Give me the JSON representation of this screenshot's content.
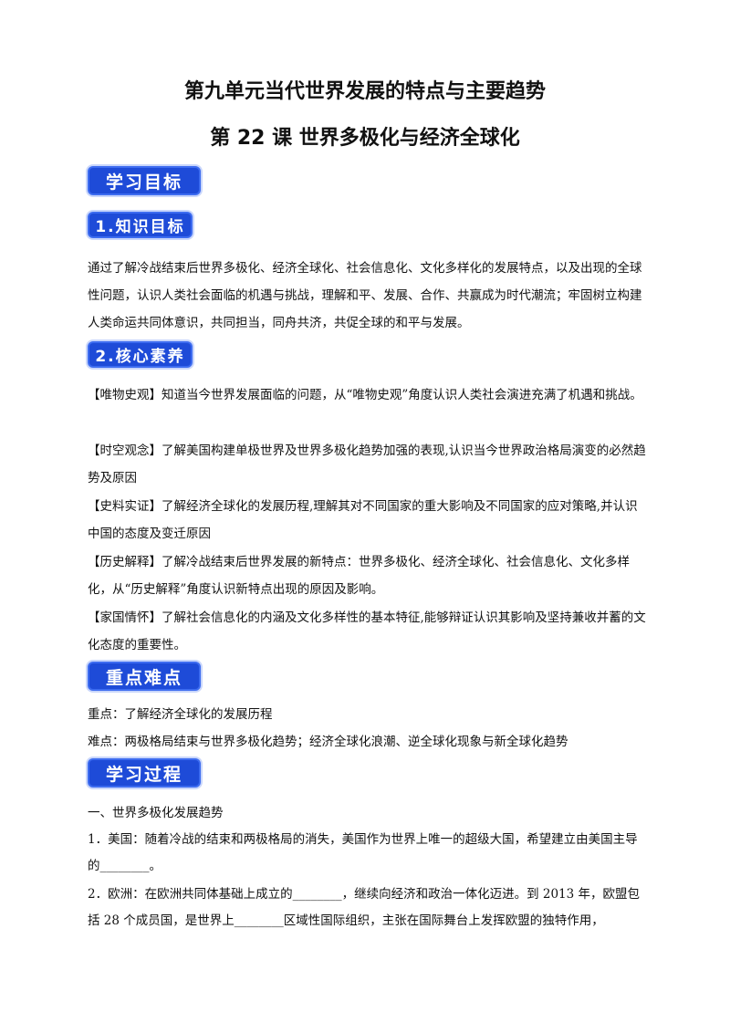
{
  "titles": {
    "unit": "第九单元当代世界发展的特点与主要趋势",
    "lesson": "第  22  课  世界多极化与经济全球化"
  },
  "badges": {
    "learning_goals": "学习目标",
    "knowledge_goals": "1.知识目标",
    "core_literacy": "2.核心素养",
    "key_points": "重点难点",
    "learning_process": "学习过程"
  },
  "knowledge_text": "通过了解冷战结束后世界多极化、经济全球化、社会信息化、文化多样化的发展特点，以及出现的全球性问题，认识人类社会面临的机遇与挑战，理解和平、发展、合作、共赢成为时代潮流；牢固树立构建人类命运共同体意识，共同担当，同舟共济，共促全球的和平与发展。",
  "literacy": [
    "【唯物史观】知道当今世界发展面临的问题，从“唯物史观”角度认识人类社会演进充满了机遇和挑战。",
    "【时空观念】了解美国构建单极世界及世界多极化趋势加强的表现,认识当今世界政治格局演变的必然趋势及原因",
    "【史料实证】了解经济全球化的发展历程,理解其对不同国家的重大影响及不同国家的应对策略,并认识中国的态度及变迁原因",
    "【历史解释】了解冷战结束后世界发展的新特点：世界多极化、经济全球化、社会信息化、文化多样化，从“历史解释”角度认识新特点出现的原因及影响。",
    "【家国情怀】了解社会信息化的内涵及文化多样性的基本特征,能够辩证认识其影响及坚持兼收并蓄的文化态度的重要性。"
  ],
  "key": {
    "focus": "重点：了解经济全球化的发展历程",
    "difficulty": "难点：两极格局结束与世界多极化趋势；经济全球化浪潮、逆全球化现象与新全球化趋势"
  },
  "process": {
    "heading": "一、世界多极化发展趋势",
    "item1": "1．美国：随着冷战的结束和两极格局的消失，美国作为世界上唯一的超级大国，希望建立由美国主导的________。",
    "item2": "2．欧洲：在欧洲共同体基础上成立的________，继续向经济和政治一体化迈进。到 2013 年，欧盟包括 28 个成员国，是世界上________区域性国际组织，主张在国际舞台上发挥欧盟的独特作用，"
  }
}
